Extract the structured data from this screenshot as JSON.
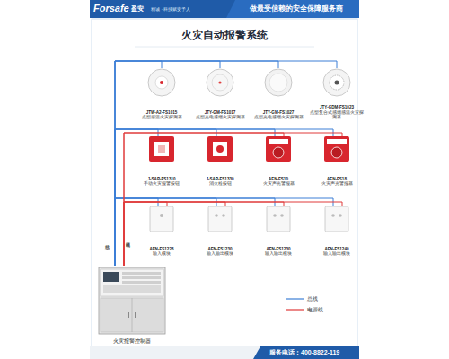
{
  "diagram": {
    "title": "火灾自动报警系统",
    "nodes": [
      {
        "text": [
          "JTW-A2-FS1015",
          "点型感温火灾探测器"
        ]
      },
      {
        "text": [
          "JTY-GM-FS1017",
          "点型光电感烟火灾探测器"
        ]
      },
      {
        "text": [
          "JTY-GM-FS1027",
          "点型光电感烟火灾探测器"
        ]
      },
      {
        "text": [
          "JTY-GDM-FS1023",
          "点型复合式感烟感温火灾探测器"
        ]
      },
      {
        "text": [
          "J-SAP-FS1310",
          "手动火灾报警按钮"
        ]
      },
      {
        "text": [
          "J-SAP-FS1330",
          "消火栓按钮"
        ]
      },
      {
        "text": [
          "AFN-FS10",
          "火灾声光警报器"
        ]
      },
      {
        "text": [
          "AFN-FS18",
          "火灾声光警报器"
        ]
      },
      {
        "text": [
          "AFN-FS1228",
          "输入模块"
        ]
      },
      {
        "text": [
          "AFN-FS1230",
          "输入输出模块"
        ]
      },
      {
        "text": [
          "AFN-FS1230",
          "输入输出模块"
        ]
      },
      {
        "text": [
          "AFN-FS1240",
          "输入输出模块"
        ]
      },
      {
        "text": [
          "火灾报警控制器"
        ]
      }
    ],
    "edges": [
      {
        "from": 12,
        "to": 0,
        "arrow": "none"
      },
      {
        "from": 12,
        "to": 1,
        "arrow": "none"
      },
      {
        "from": 12,
        "to": 2,
        "arrow": "none"
      },
      {
        "from": 12,
        "to": 3,
        "arrow": "none"
      },
      {
        "from": 12,
        "to": 4,
        "arrow": "none"
      },
      {
        "from": 12,
        "to": 5,
        "arrow": "none"
      },
      {
        "from": 12,
        "to": 6,
        "arrow": "none"
      },
      {
        "from": 12,
        "to": 7,
        "arrow": "none"
      },
      {
        "from": 12,
        "to": 8,
        "arrow": "none"
      },
      {
        "from": 12,
        "to": 9,
        "arrow": "none"
      },
      {
        "from": 12,
        "to": 10,
        "arrow": "none"
      },
      {
        "from": 12,
        "to": 11,
        "arrow": "none"
      },
      {
        "from": 12,
        "to": 6,
        "arrow": "none"
      },
      {
        "from": 12,
        "to": 7,
        "arrow": "none"
      },
      {
        "from": 12,
        "to": 8,
        "arrow": "none"
      },
      {
        "from": 12,
        "to": 9,
        "arrow": "none"
      },
      {
        "from": 12,
        "to": 10,
        "arrow": "none"
      },
      {
        "from": 12,
        "to": 11,
        "arrow": "none"
      }
    ],
    "labels": [
      "Forsafe",
      "盈安",
      "精诚 · 科技赋安予人",
      "做最受信赖的安全保障服务商",
      "总线",
      "电源线",
      "服务电话：400-8822-119"
    ],
    "legend": [
      {
        "text": "总线"
      },
      {
        "text": "电源线"
      }
    ]
  }
}
